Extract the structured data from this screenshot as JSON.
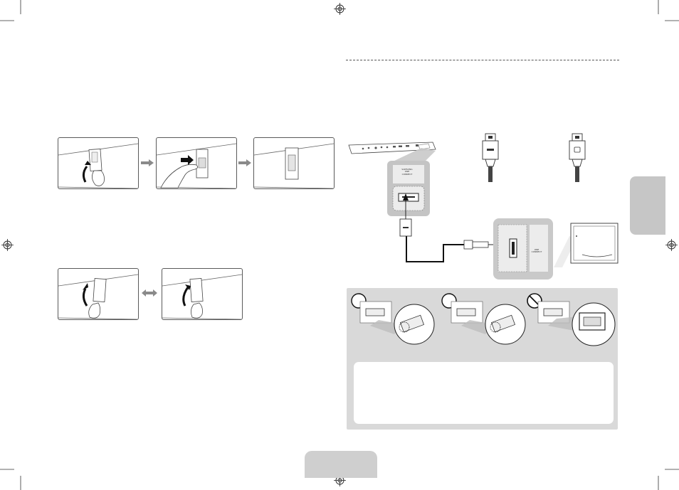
{
  "page": {
    "background": "#ffffff",
    "panel_color": "#d9d9d9",
    "tab_color": "#cfcfcf",
    "frame_stroke": "#5a5a5a"
  },
  "connector_box": {
    "top_label_lines": [
      "SAMSUNG",
      "ONE",
      "CONNECT"
    ]
  },
  "tv_port": {
    "label_lines": [
      "ONE",
      "CONNECT"
    ]
  },
  "icons": {
    "crop_marks": "crosshair-registration-icon",
    "ok_marker": "circle-ok-icon",
    "prohibited_marker": "prohibited-icon",
    "arrow": "arrow-right-icon",
    "double_arrow": "double-arrow-icon"
  }
}
